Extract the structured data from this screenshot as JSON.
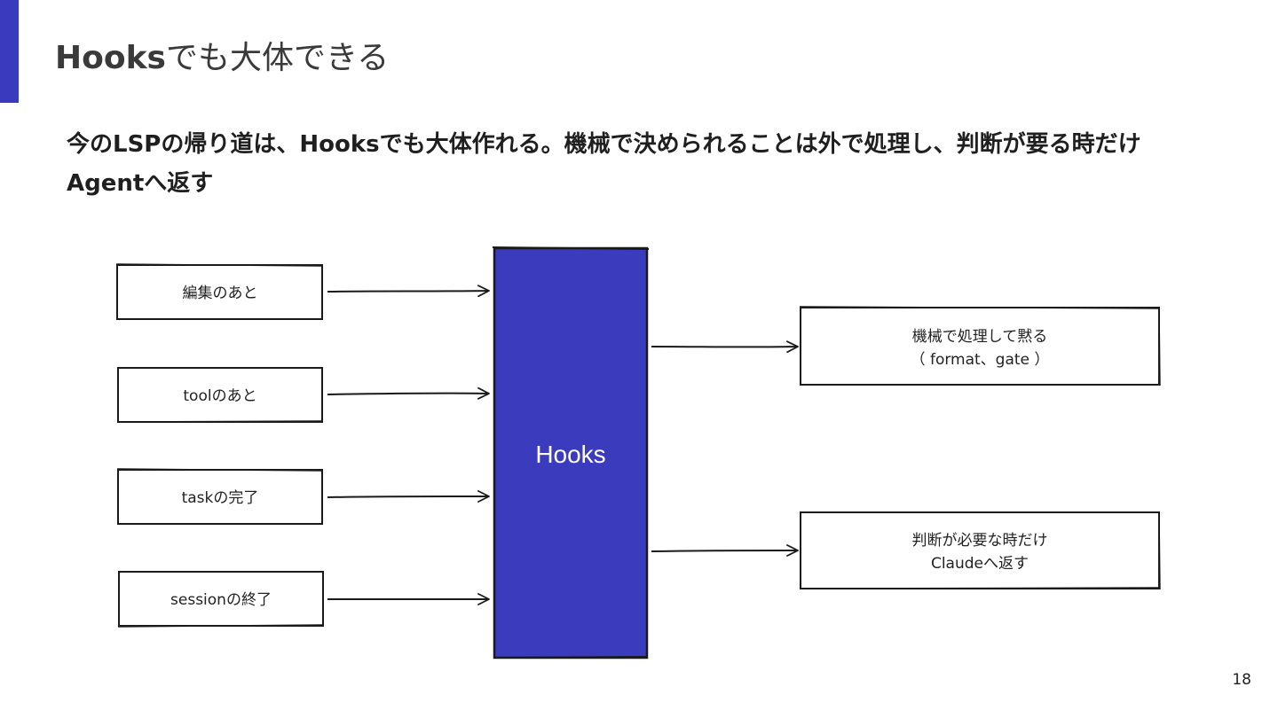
{
  "slide": {
    "title_bold": "Hooks",
    "title_rest": "でも大体できる",
    "lead": "今のLSPの帰り道は、Hooksでも大体作れる。機械で決められることは外で処理し、判断が要る時だけAgentへ返す",
    "page_number": "18"
  },
  "diagram": {
    "center_label": "Hooks",
    "inputs": [
      "編集のあと",
      "toolのあと",
      "taskの完了",
      "sessionの終了"
    ],
    "outputs": [
      [
        "機械で処理して黙る",
        "（ format、gate ）"
      ],
      [
        "判断が必要な時だけ",
        "Claudeへ返す"
      ]
    ],
    "colors": {
      "accent": "#3a3abf",
      "hooks_fill": "#3b3bbd",
      "stroke": "#1a1a1a",
      "box_fill": "#ffffff"
    }
  }
}
